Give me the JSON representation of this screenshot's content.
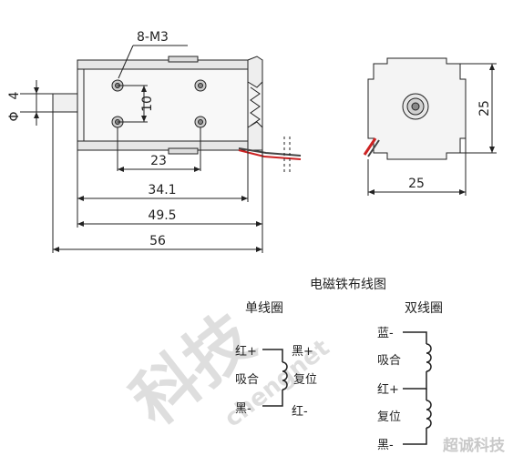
{
  "dimensions": {
    "thread": "8-M3",
    "shaft_dia": "4",
    "shaft_dia_symbol": "Φ",
    "hole_spacing_v": "10",
    "hole_spacing_h": "23",
    "body_len": "34.1",
    "frame_len": "49.5",
    "total_len": "56",
    "side_width": "25",
    "side_height": "25"
  },
  "wiring": {
    "title": "电磁铁布线图",
    "single_title": "单线圈",
    "double_title": "双线圈",
    "single": {
      "left_top": "红+",
      "mid": "吸合",
      "left_bottom": "黑-",
      "right_top": "黑+",
      "right_mid": "复位",
      "right_bottom": "红-"
    },
    "double": {
      "blue": "蓝-",
      "pull": "吸合",
      "red": "红+",
      "reset": "复位",
      "black": "黑-"
    }
  },
  "watermark": {
    "brand_cn": "科技",
    "brand_web": "chengnet",
    "corner": "超诚科技"
  },
  "colors": {
    "line": "#222222",
    "body_fill": "#f2f2f2",
    "wire_red": "#cc2222",
    "watermark": "#d8d8d8"
  }
}
